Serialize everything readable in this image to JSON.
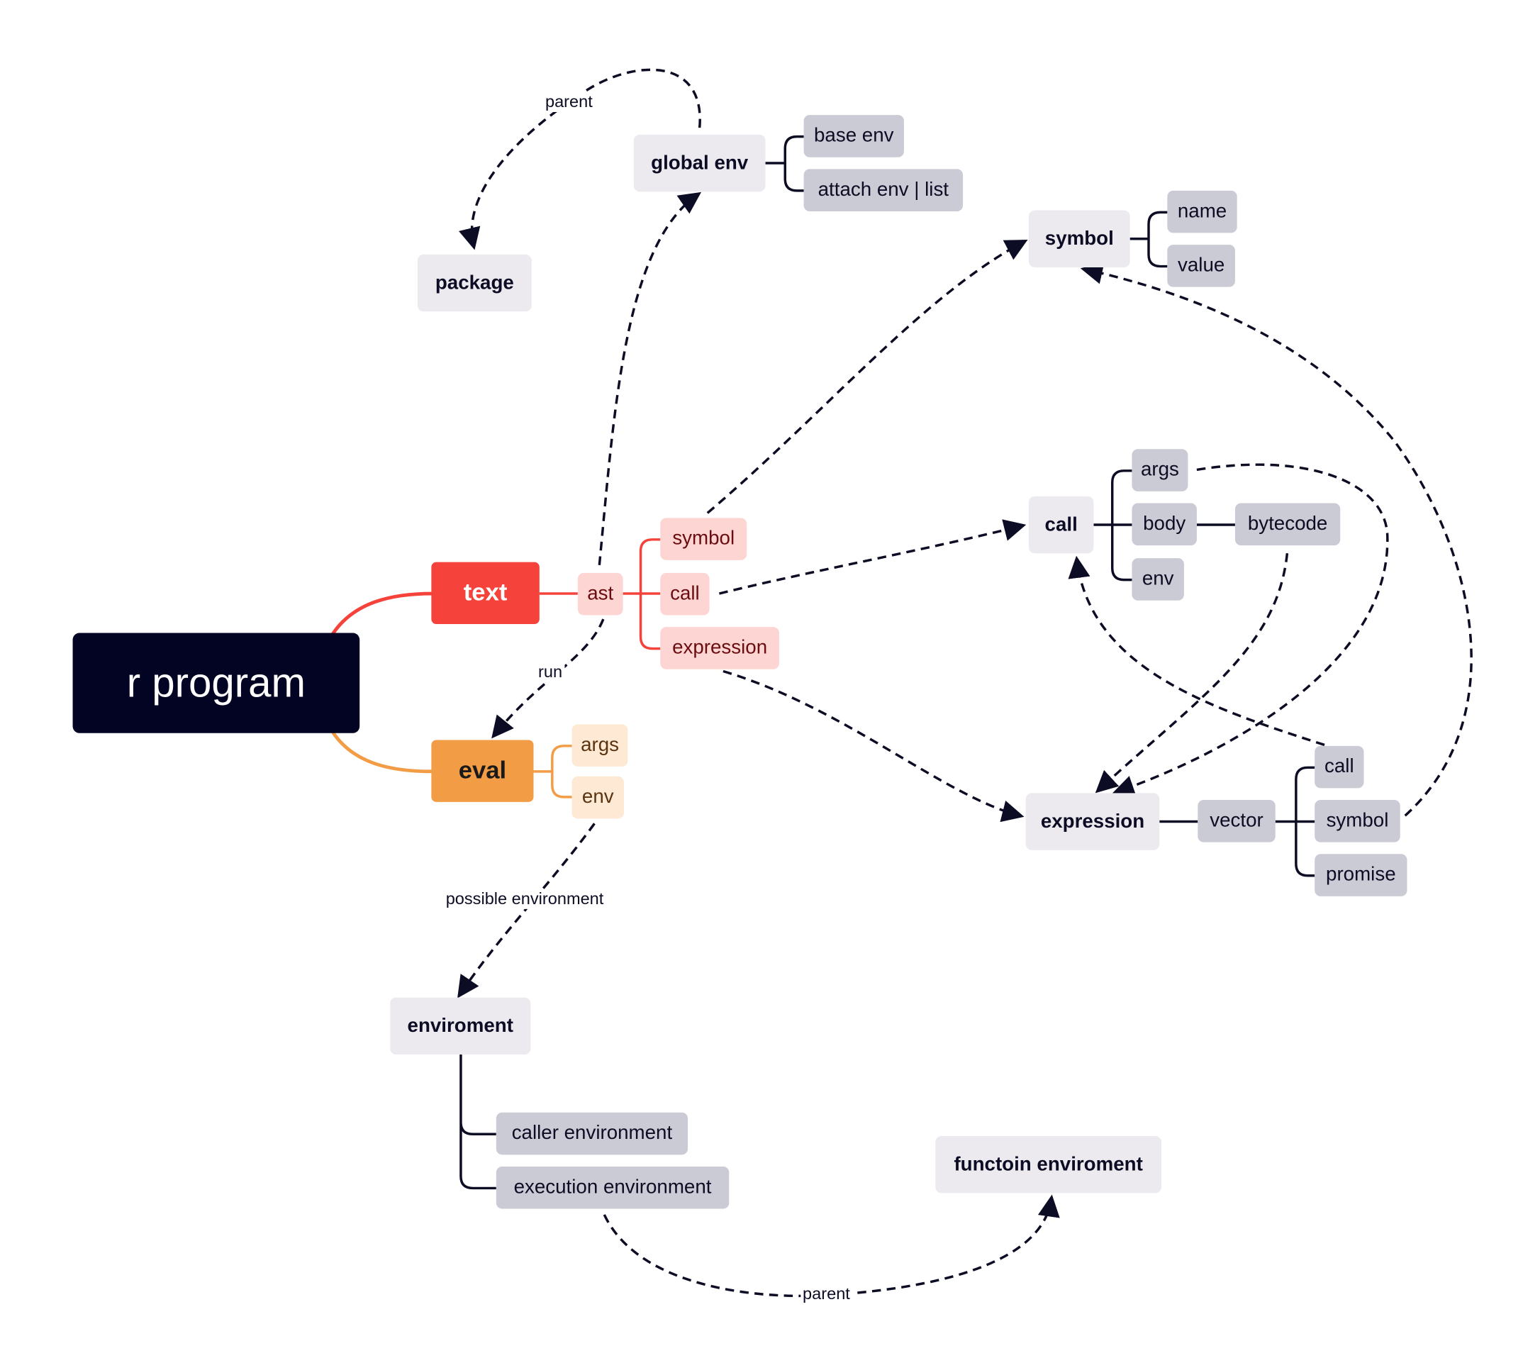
{
  "nodes": {
    "root": "r program",
    "text": "text",
    "eval": "eval",
    "ast": "ast",
    "ast_symbol": "symbol",
    "ast_call": "call",
    "ast_expression": "expression",
    "eval_args": "args",
    "eval_env": "env",
    "global_env": "global env",
    "base_env": "base env",
    "attach_env": "attach env | list",
    "package": "package",
    "symbol": "symbol",
    "symbol_name": "name",
    "symbol_value": "value",
    "call": "call",
    "call_args": "args",
    "call_body": "body",
    "call_env": "env",
    "bytecode": "bytecode",
    "expression": "expression",
    "vector": "vector",
    "vector_call": "call",
    "vector_symbol": "symbol",
    "vector_promise": "promise",
    "environment": "enviroment",
    "caller_env": "caller environment",
    "execution_env": "execution environment",
    "function_env": "functoin enviroment"
  },
  "relations": {
    "parent_global": "parent",
    "run": "run",
    "possible_environment": "possible environment",
    "parent_execution": "parent"
  },
  "colors": {
    "root": "#030323",
    "text_branch": "#f5433b",
    "eval_branch": "#f39c46",
    "topic": "#eceaef",
    "leaf": "#cbcbd5",
    "line": "#0c0c24"
  }
}
